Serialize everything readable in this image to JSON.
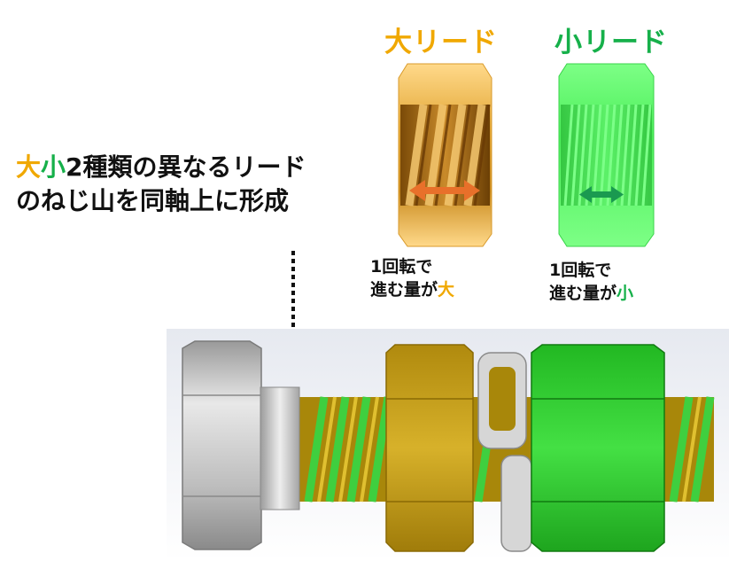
{
  "titles": {
    "large_lead": "大リード",
    "small_lead": "小リード"
  },
  "caption": {
    "line1_large": "大",
    "line1_small": "小",
    "line1_rest": "2種類の異なるリード",
    "line2": "のねじ山を同軸上に形成"
  },
  "large_note": {
    "line1": "1回転で",
    "line2_prefix": "進む量が",
    "line2_highlight": "大"
  },
  "small_note": {
    "line1": "1回転で",
    "line2_prefix": "進む量が",
    "line2_highlight": "小"
  },
  "colors": {
    "large": "#f0a800",
    "small": "#16b04a",
    "arrow_large": "#e8702a",
    "arrow_small": "#1a9a50",
    "gold_nut": "#c9a21a",
    "green_nut": "#3ed43e",
    "bolt": "#c8c8c8"
  }
}
